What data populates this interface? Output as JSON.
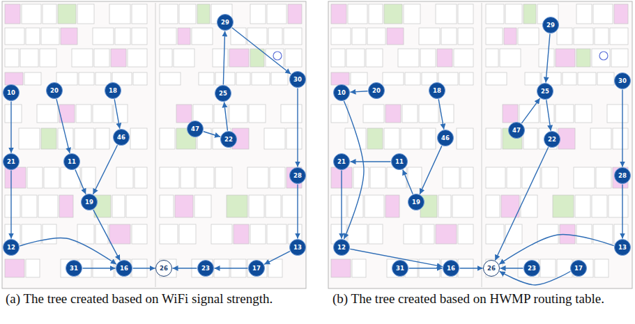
{
  "diagram": {
    "nodes": [
      {
        "text": [
          "29"
        ]
      },
      {
        "text": [
          "30"
        ]
      },
      {
        "text": [
          "10"
        ]
      },
      {
        "text": [
          "20"
        ]
      },
      {
        "text": [
          "18"
        ]
      },
      {
        "text": [
          "25"
        ]
      },
      {
        "text": [
          "47"
        ]
      },
      {
        "text": [
          "22"
        ]
      },
      {
        "text": [
          "21"
        ]
      },
      {
        "text": [
          "11"
        ]
      },
      {
        "text": [
          "46"
        ]
      },
      {
        "text": [
          "28"
        ]
      },
      {
        "text": [
          "19"
        ]
      },
      {
        "text": [
          "12"
        ]
      },
      {
        "text": [
          "13"
        ]
      },
      {
        "text": [
          "31"
        ]
      },
      {
        "text": [
          "16"
        ]
      },
      {
        "text": [
          "26"
        ]
      },
      {
        "text": [
          "23"
        ]
      },
      {
        "text": [
          "17"
        ]
      },
      {
        "text": [
          "29"
        ]
      },
      {
        "text": [
          "30"
        ]
      },
      {
        "text": [
          "10"
        ]
      },
      {
        "text": [
          "20"
        ]
      },
      {
        "text": [
          "18"
        ]
      },
      {
        "text": [
          "25"
        ]
      },
      {
        "text": [
          "47"
        ]
      },
      {
        "text": [
          "22"
        ]
      },
      {
        "text": [
          "21"
        ]
      },
      {
        "text": [
          "11"
        ]
      },
      {
        "text": [
          "46"
        ]
      },
      {
        "text": [
          "28"
        ]
      },
      {
        "text": [
          "19"
        ]
      },
      {
        "text": [
          "12"
        ]
      },
      {
        "text": [
          "13"
        ]
      },
      {
        "text": [
          "31"
        ]
      },
      {
        "text": [
          "16"
        ]
      },
      {
        "text": [
          "26"
        ]
      },
      {
        "text": [
          "23"
        ]
      },
      {
        "text": [
          "17"
        ]
      }
    ],
    "edges": [
      {
        "from": 2,
        "to": 8,
        "arrow": "to"
      },
      {
        "from": 8,
        "to": 13,
        "arrow": "to"
      },
      {
        "from": 13,
        "to": 16,
        "arrow": "to"
      },
      {
        "from": 3,
        "to": 9,
        "arrow": "to"
      },
      {
        "from": 9,
        "to": 12,
        "arrow": "to"
      },
      {
        "from": 4,
        "to": 10,
        "arrow": "to"
      },
      {
        "from": 10,
        "to": 12,
        "arrow": "to"
      },
      {
        "from": 12,
        "to": 16,
        "arrow": "to"
      },
      {
        "from": 15,
        "to": 16,
        "arrow": "to"
      },
      {
        "from": 16,
        "to": 17,
        "arrow": "to"
      },
      {
        "from": 18,
        "to": 17,
        "arrow": "to"
      },
      {
        "from": 19,
        "to": 18,
        "arrow": "to"
      },
      {
        "from": 14,
        "to": 19,
        "arrow": "to"
      },
      {
        "from": 11,
        "to": 14,
        "arrow": "to"
      },
      {
        "from": 1,
        "to": 11,
        "arrow": "to"
      },
      {
        "from": 0,
        "to": 1,
        "arrow": "to"
      },
      {
        "from": 5,
        "to": 0,
        "arrow": "to"
      },
      {
        "from": 7,
        "to": 5,
        "arrow": "to"
      },
      {
        "from": 6,
        "to": 7,
        "arrow": "to"
      },
      {
        "from": 20,
        "to": 25,
        "arrow": "to"
      },
      {
        "from": 26,
        "to": 25,
        "arrow": "to"
      },
      {
        "from": 25,
        "to": 27,
        "arrow": "to"
      },
      {
        "from": 27,
        "to": 37,
        "arrow": "to"
      },
      {
        "from": 21,
        "to": 31,
        "arrow": "to"
      },
      {
        "from": 31,
        "to": 34,
        "arrow": "to"
      },
      {
        "from": 34,
        "to": 37,
        "arrow": "to"
      },
      {
        "from": 39,
        "to": 37,
        "arrow": "to"
      },
      {
        "from": 38,
        "to": 37,
        "arrow": "to"
      },
      {
        "from": 23,
        "to": 22,
        "arrow": "to"
      },
      {
        "from": 22,
        "to": 33,
        "arrow": "to"
      },
      {
        "from": 29,
        "to": 28,
        "arrow": "to"
      },
      {
        "from": 28,
        "to": 33,
        "arrow": "to"
      },
      {
        "from": 33,
        "to": 36,
        "arrow": "to"
      },
      {
        "from": 24,
        "to": 30,
        "arrow": "to"
      },
      {
        "from": 30,
        "to": 32,
        "arrow": "to"
      },
      {
        "from": 32,
        "to": 29,
        "arrow": "to"
      },
      {
        "from": 35,
        "to": 36,
        "arrow": "to"
      },
      {
        "from": 36,
        "to": 37,
        "arrow": "to"
      }
    ],
    "labels": [
      "(a) The tree created based on WiFi signal strength.",
      "(b) The tree created based on HWMP routing table."
    ]
  }
}
